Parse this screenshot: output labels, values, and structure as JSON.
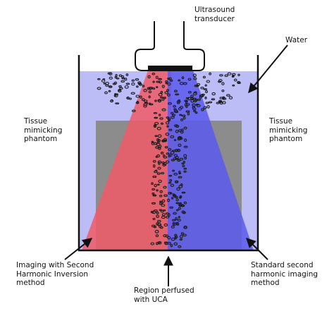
{
  "labels": {
    "transducer": "Ultrasound\ntransducer",
    "water": "Water",
    "phantom_left": "Tissue\nmimicking\nphantom",
    "phantom_right": "Tissue\nmimicking\nphantom",
    "imaging_left": "Imaging with Second\nHarmonic Inversion\nmethod",
    "region": "Region perfused\nwith UCA",
    "imaging_right": "Standard second\nharmonic imaging\nmethod"
  },
  "colors": {
    "water": "#bcbcf7",
    "phantom": "#8c8c8c",
    "red_beam": "#f05a66",
    "blue_beam": "#5a5aee",
    "outline": "#111111",
    "bubbles": "#1a1a1a"
  }
}
